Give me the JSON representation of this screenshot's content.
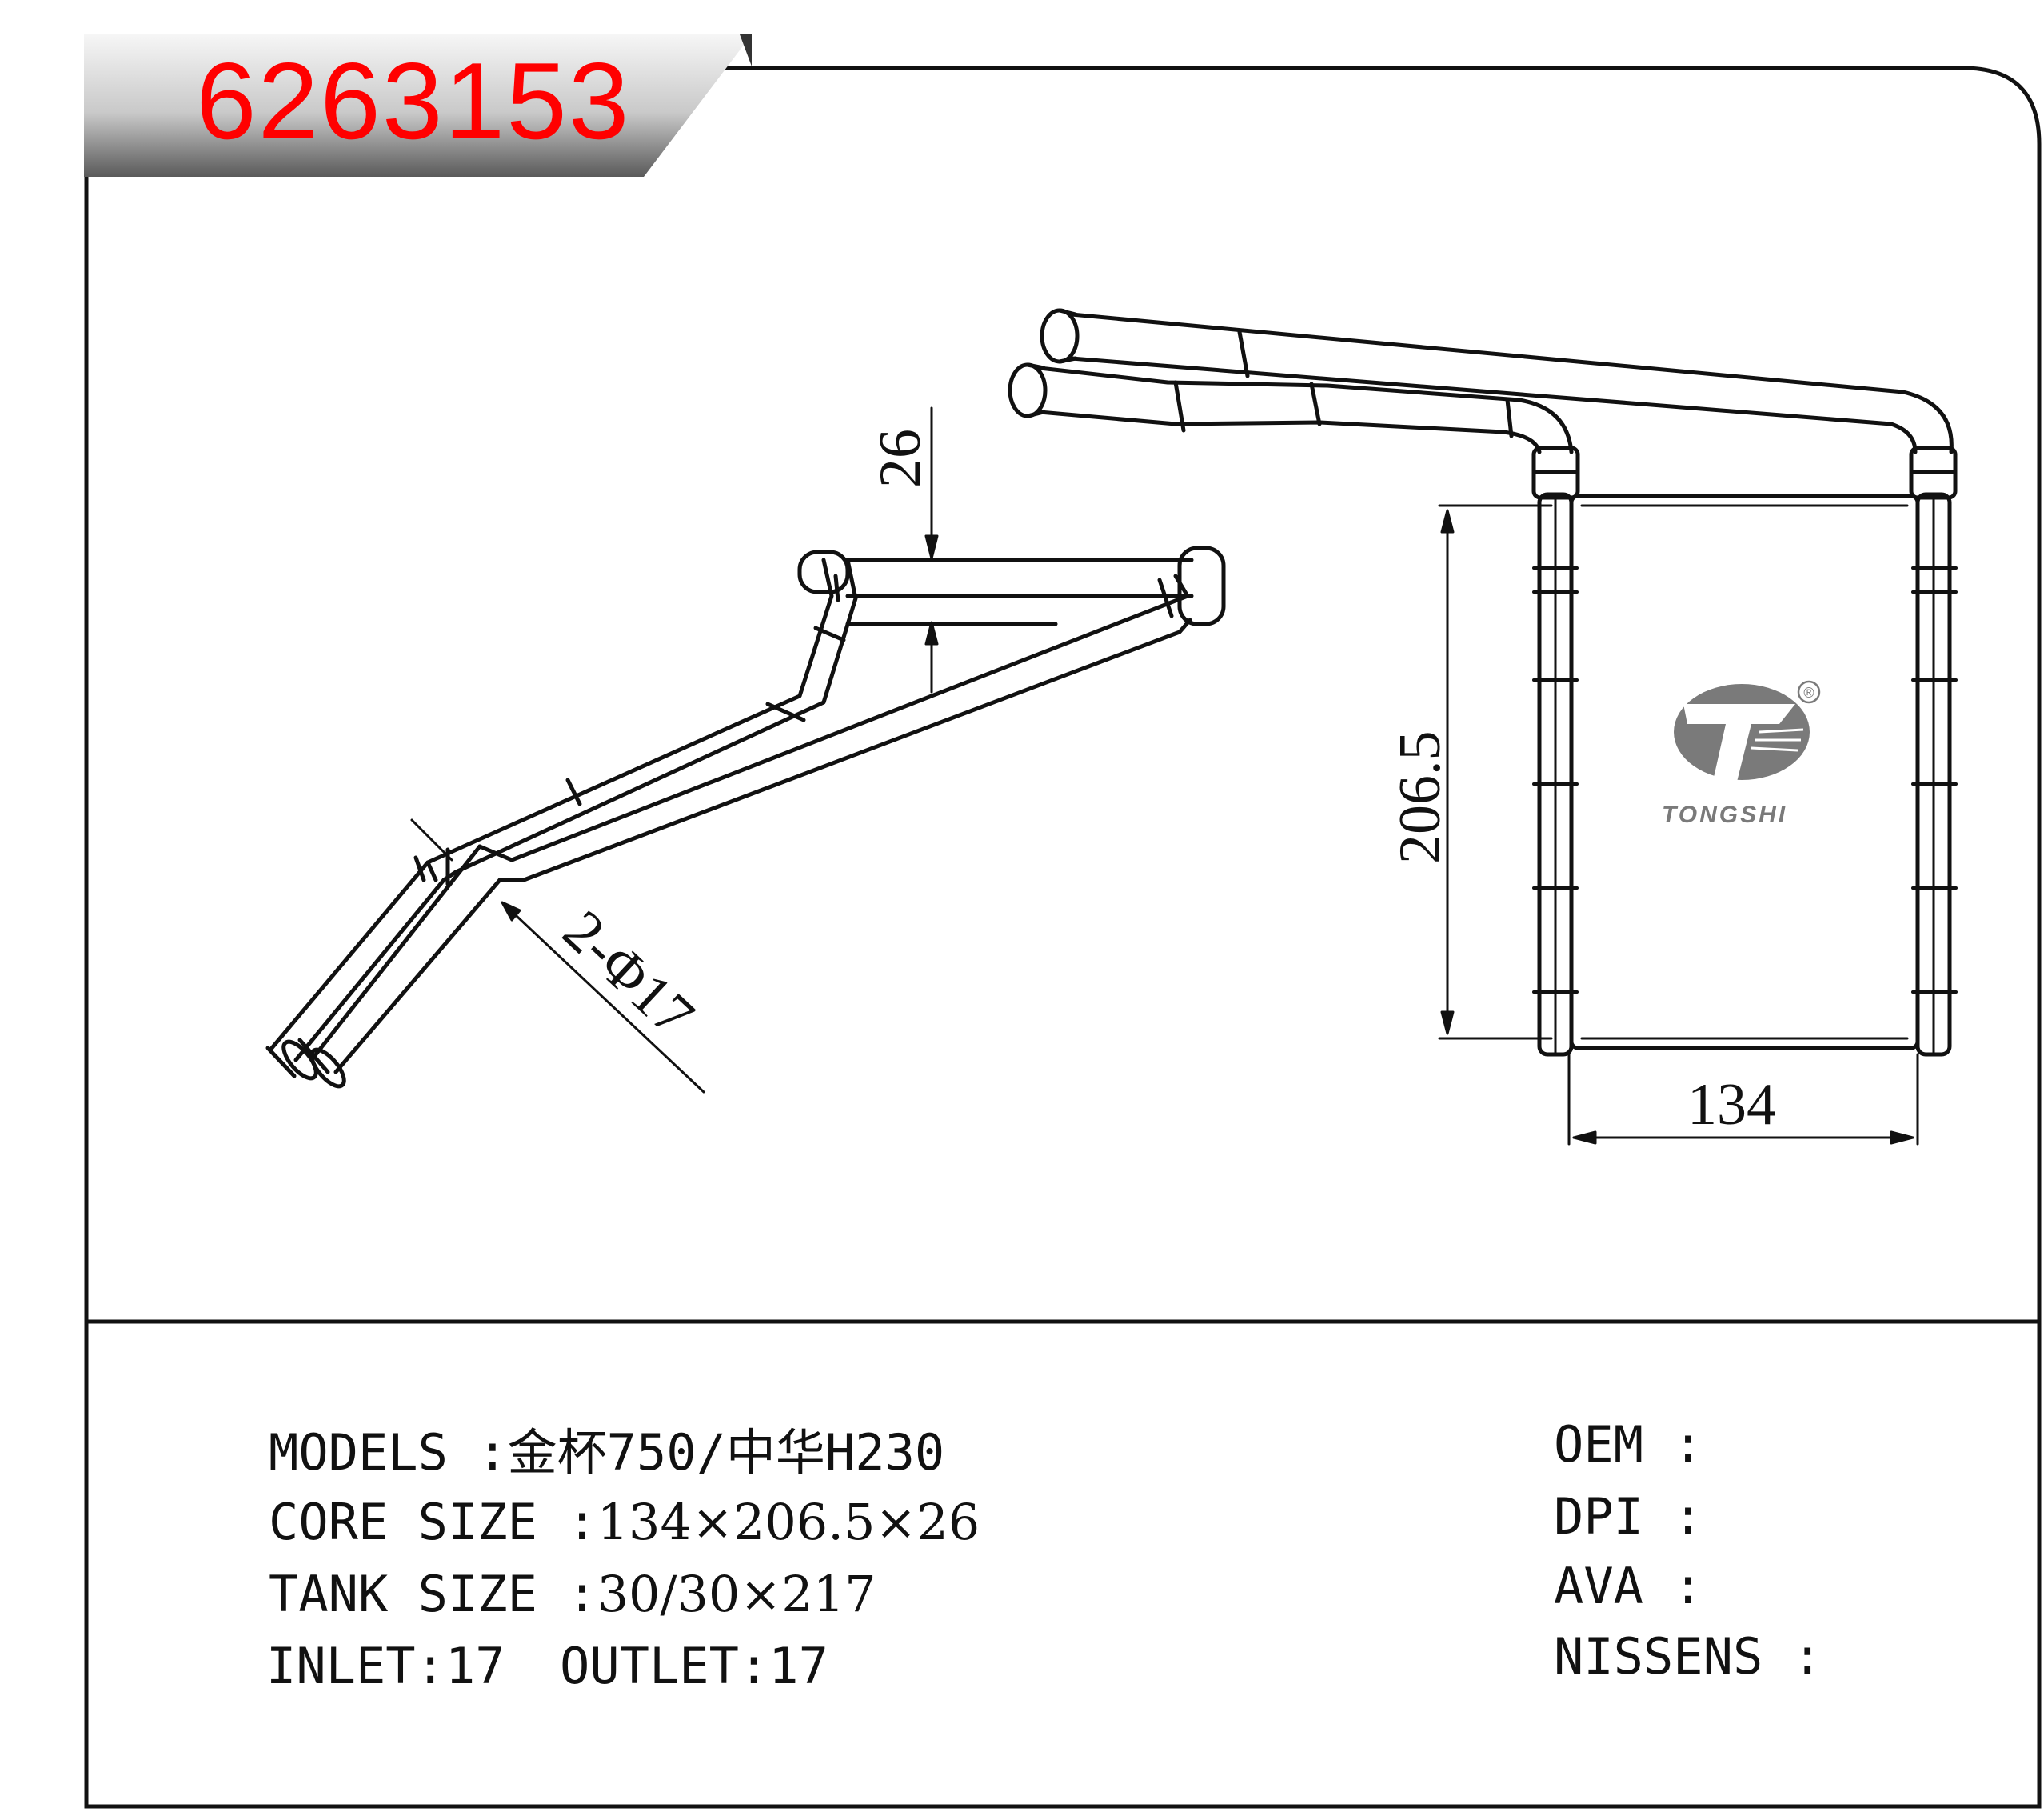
{
  "part_number": "6263153",
  "drawing": {
    "dim_thickness": "26",
    "dim_height": "206.5",
    "dim_width": "134",
    "dim_pipe": "2-Φ17"
  },
  "brand": {
    "name": "TONGSHI",
    "registered_mark": "®"
  },
  "specs": {
    "models_label": "MODELS :",
    "models_value": "金杯750/中华H230",
    "core_label": "CORE SIZE :",
    "core_value": "134×206.5×26",
    "tank_label": "TANK SIZE :",
    "tank_value": "30/30×217",
    "inlet_label": "INLET:",
    "inlet_value": "17",
    "outlet_label": "OUTLET:",
    "outlet_value": "17"
  },
  "refs": {
    "oem_label": "OEM :",
    "dpi_label": "DPI :",
    "ava_label": "AVA :",
    "nissens_label": "NISSENS :"
  }
}
